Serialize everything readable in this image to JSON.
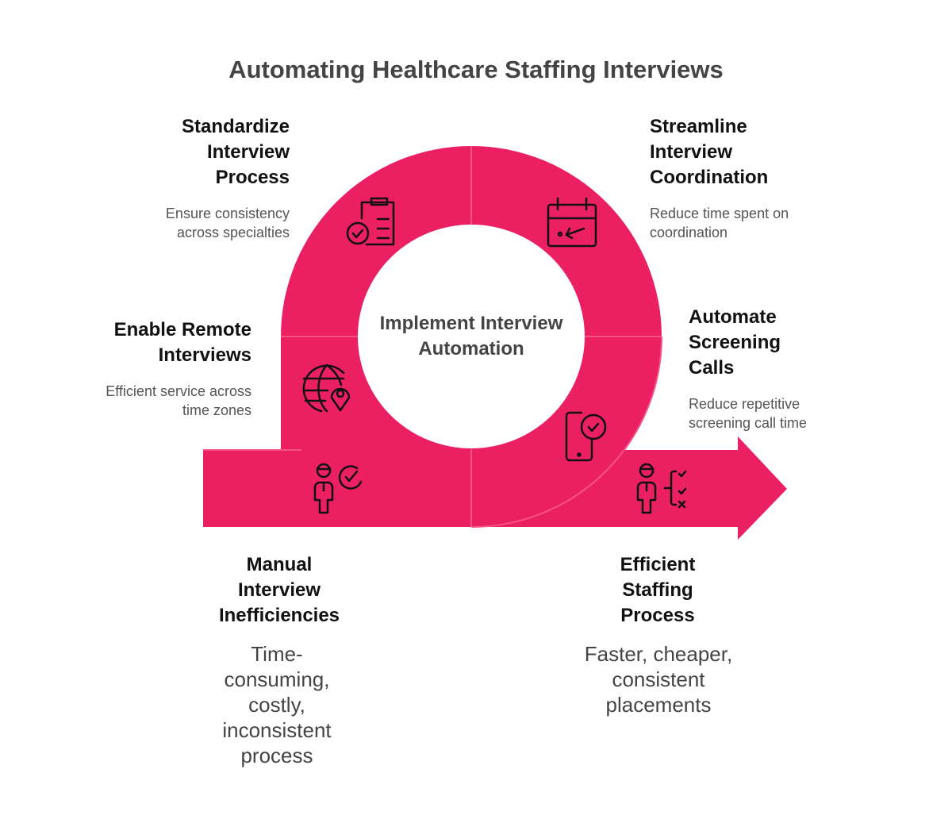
{
  "title": "Automating Healthcare Staffing Interviews",
  "center": "Implement Interview Automation",
  "colors": {
    "accent": "#EB2063",
    "divider": "#F55285"
  },
  "steps": [
    {
      "title": "Standardize Interview Process",
      "desc": "Ensure consistency across specialties",
      "icon": "clipboard-check-icon"
    },
    {
      "title": "Streamline Interview Coordination",
      "desc": "Reduce time spent on coordination",
      "icon": "calendar-icon"
    },
    {
      "title": "Enable Remote Interviews",
      "desc": "Efficient service across time zones",
      "icon": "globe-location-icon"
    },
    {
      "title": "Automate Screening Calls",
      "desc": "Reduce repetitive screening call time",
      "icon": "phone-check-icon"
    }
  ],
  "start": {
    "title": "Manual Interview Inefficiencies",
    "desc": "Time-consuming, costly, inconsistent process",
    "icon": "person-check-icon"
  },
  "end": {
    "title": "Efficient Staffing Process",
    "desc": "Faster, cheaper, consistent placements",
    "icon": "person-checklist-icon"
  }
}
